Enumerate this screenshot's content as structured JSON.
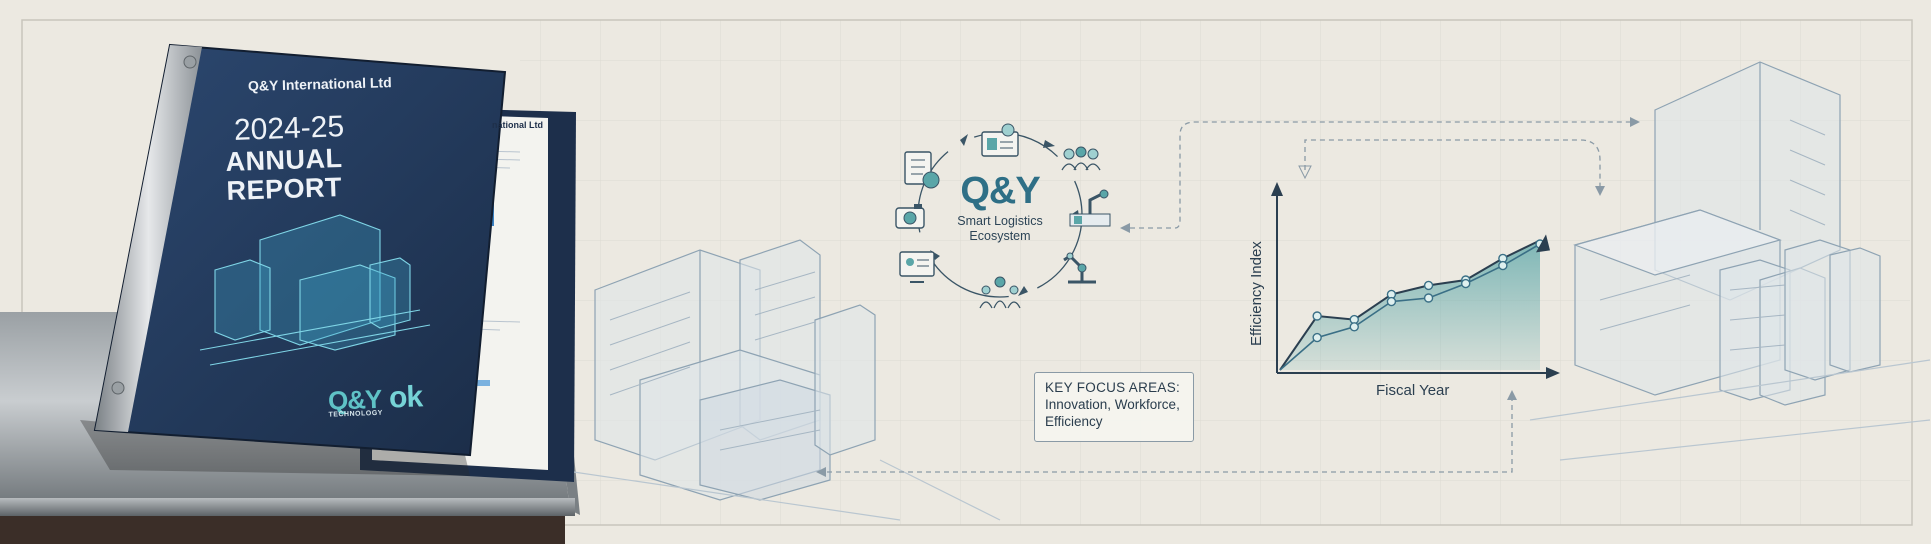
{
  "report": {
    "company": "Q&Y International Ltd",
    "back_company": "national Ltd",
    "year": "2024-25",
    "title_line1": "ANNUAL",
    "title_line2": "REPORT",
    "cover_logo": "Q&Y",
    "cover_logo_sub": "TECHNOLOGY",
    "cover_logo_suffix": "ok"
  },
  "ecosystem": {
    "brand": "Q&Y",
    "subtitle_line1": "Smart Logistics",
    "subtitle_line2": "Ecosystem",
    "icons": [
      "checklist-icon",
      "dashboard-icon",
      "team-icon",
      "robot-arm-icon",
      "robotic-arm-icon",
      "network-people-icon",
      "computer-profile-icon",
      "camera-icon"
    ]
  },
  "focus": {
    "heading": "KEY FOCUS AREAS:",
    "line1": "Innovation, Workforce,",
    "line2": "Efficiency"
  },
  "chart_data": {
    "type": "line",
    "xlabel": "Fiscal Year",
    "ylabel": "Efficiency Index",
    "series": [
      {
        "values": [
          0.0,
          0.3,
          0.28,
          0.42,
          0.47,
          0.5,
          0.62,
          0.72
        ]
      },
      {
        "values": [
          0.0,
          0.18,
          0.24,
          0.38,
          0.4,
          0.48,
          0.58,
          0.7
        ]
      }
    ],
    "x": [
      0,
      1,
      2,
      3,
      4,
      5,
      6,
      7
    ],
    "ylim": [
      0,
      1
    ],
    "grid": false,
    "accent": "#5aa6a8"
  },
  "colors": {
    "background": "#ece9e1",
    "cover": "#22395a",
    "accent": "#5aa6a8",
    "ink": "#2b3f50"
  }
}
